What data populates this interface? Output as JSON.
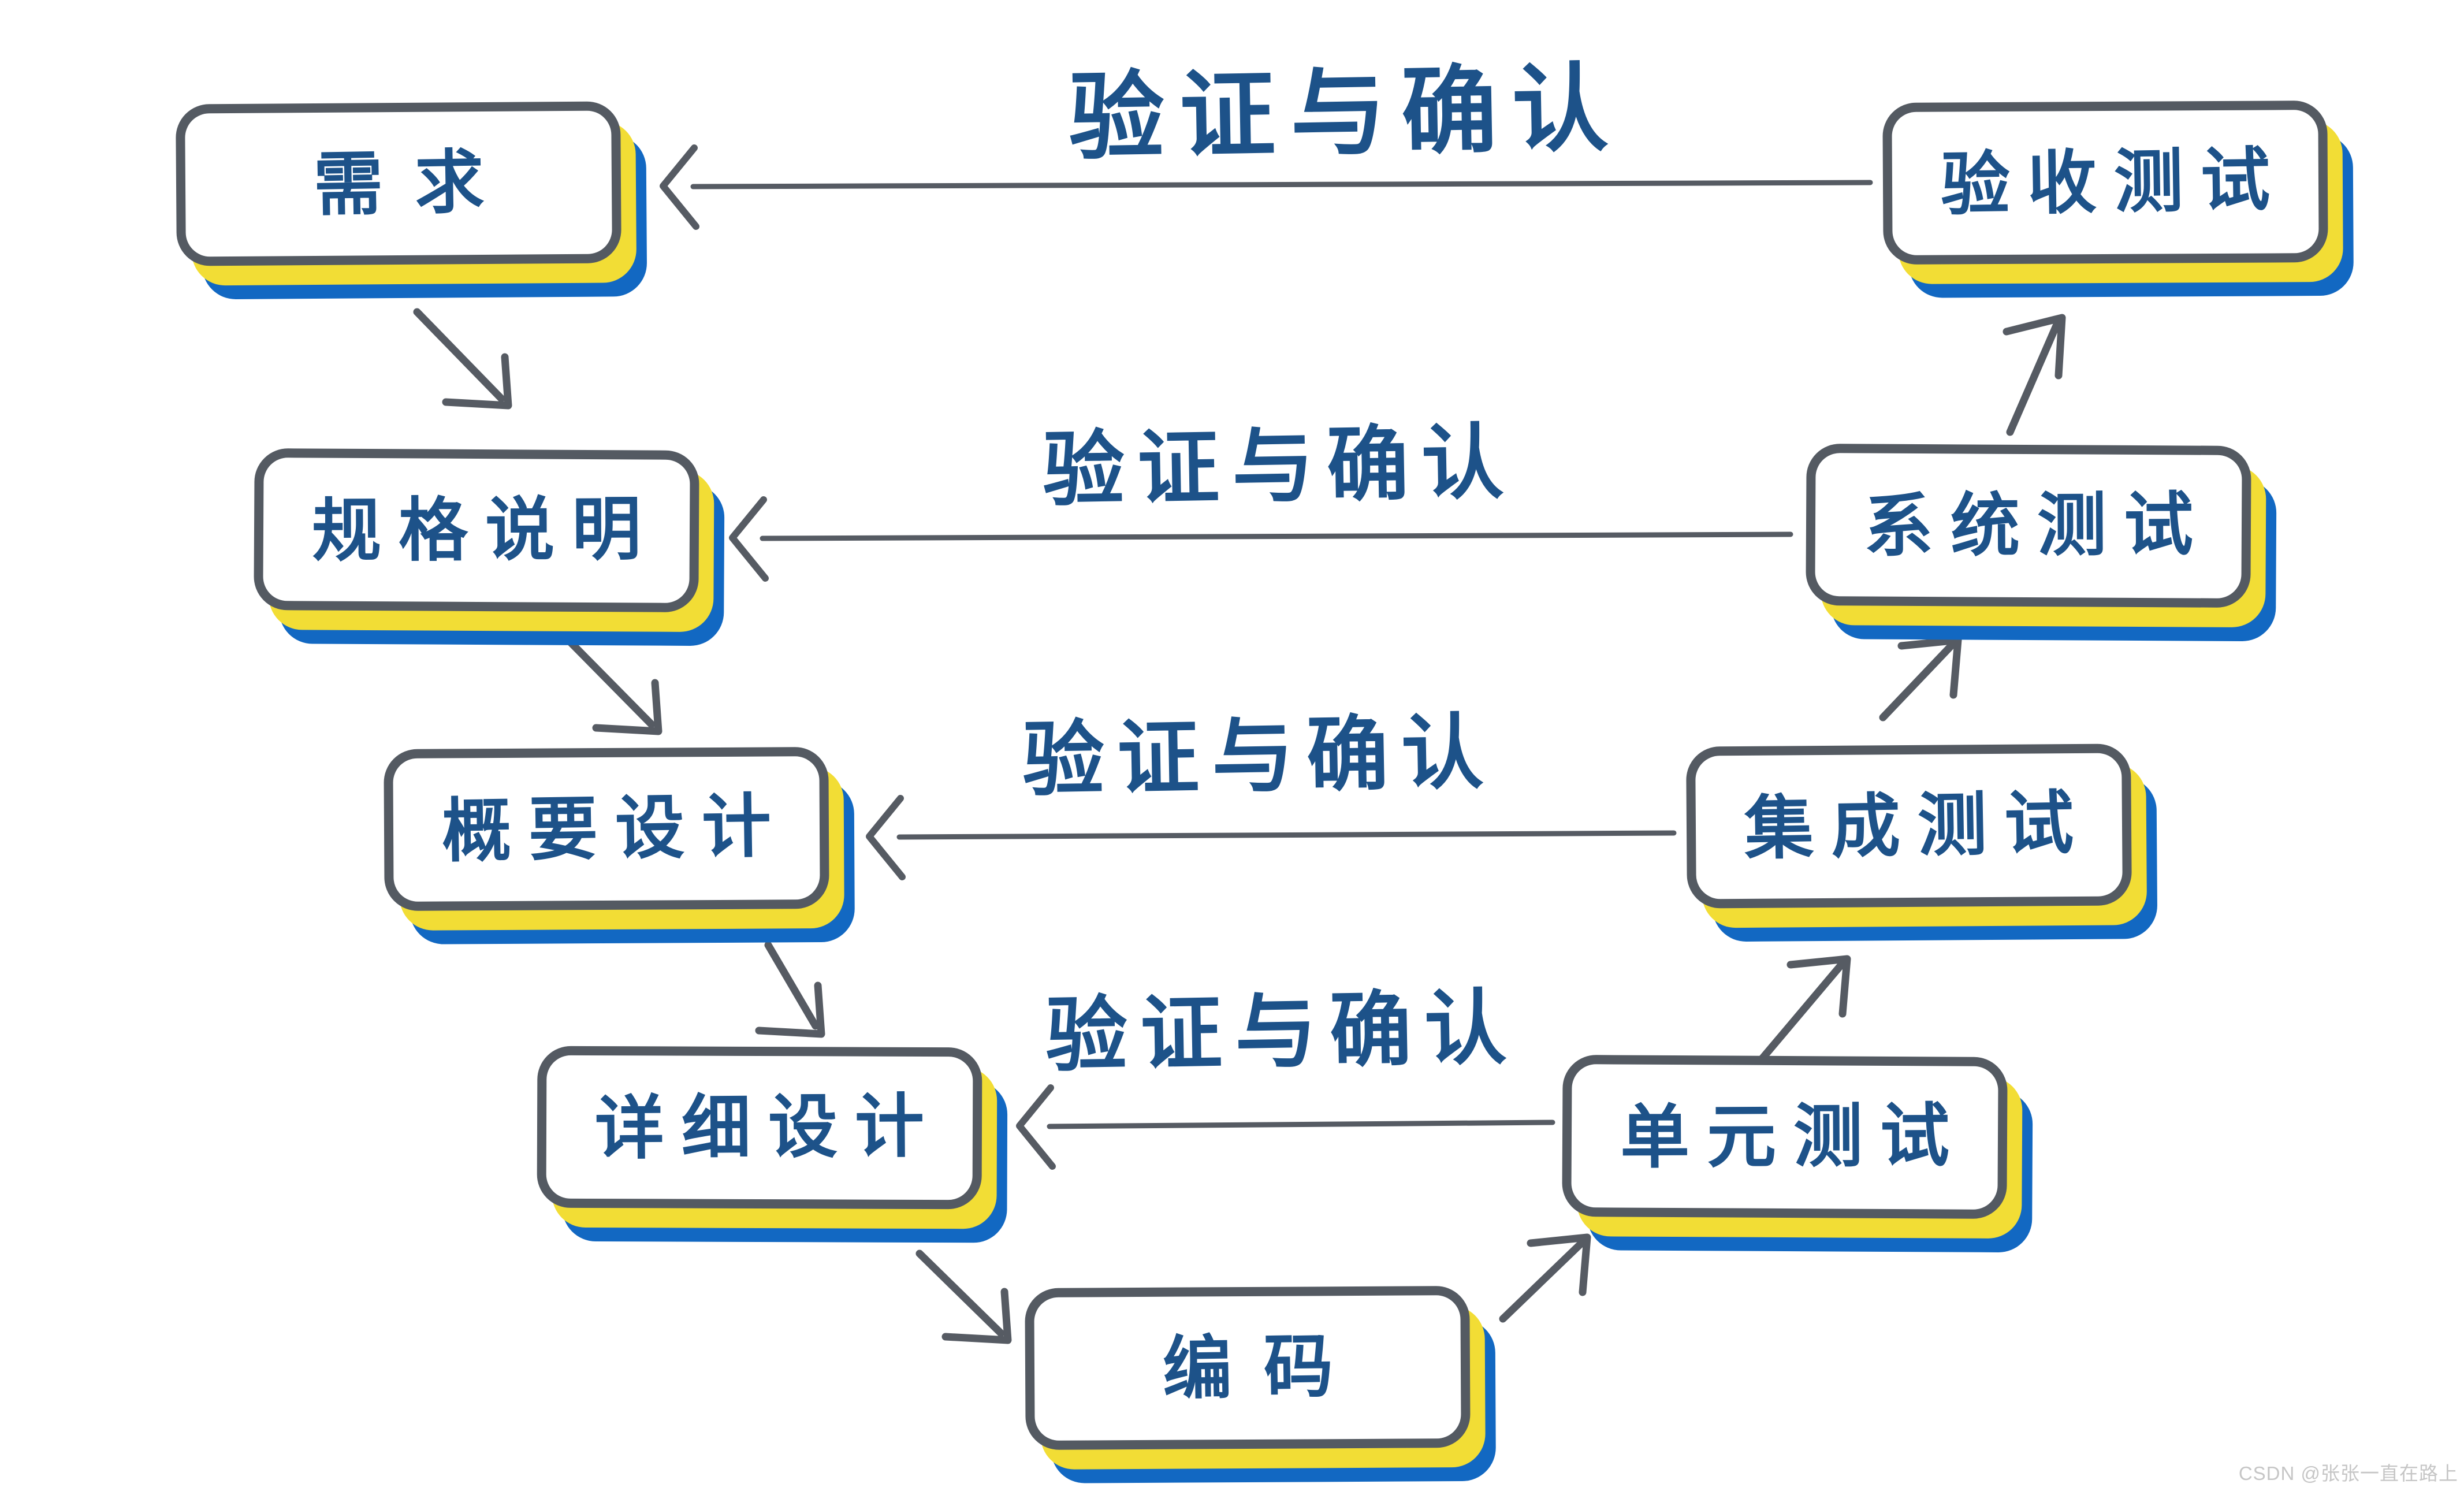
{
  "diagram": {
    "type": "v-model-software-testing",
    "nodes": [
      {
        "id": "requirements",
        "label": "需求"
      },
      {
        "id": "specification",
        "label": "规格说明"
      },
      {
        "id": "high-level-design",
        "label": "概要设计"
      },
      {
        "id": "detailed-design",
        "label": "详细设计"
      },
      {
        "id": "coding",
        "label": "编码"
      },
      {
        "id": "unit-testing",
        "label": "单元测试"
      },
      {
        "id": "integration-testing",
        "label": "集成测试"
      },
      {
        "id": "system-testing",
        "label": "系统测试"
      },
      {
        "id": "acceptance-testing",
        "label": "验收测试"
      }
    ],
    "edges": {
      "verification_labels": [
        "验证与确认",
        "验证与确认",
        "验证与确认",
        "验证与确认"
      ],
      "horizontal_arrows": [
        {
          "from": "acceptance-testing",
          "to": "requirements"
        },
        {
          "from": "system-testing",
          "to": "specification"
        },
        {
          "from": "integration-testing",
          "to": "high-level-design"
        },
        {
          "from": "unit-testing",
          "to": "detailed-design"
        }
      ],
      "flow_arrows": [
        {
          "from": "requirements",
          "to": "specification"
        },
        {
          "from": "specification",
          "to": "high-level-design"
        },
        {
          "from": "high-level-design",
          "to": "detailed-design"
        },
        {
          "from": "detailed-design",
          "to": "coding"
        },
        {
          "from": "coding",
          "to": "unit-testing"
        },
        {
          "from": "unit-testing",
          "to": "integration-testing"
        },
        {
          "from": "integration-testing",
          "to": "system-testing"
        },
        {
          "from": "system-testing",
          "to": "acceptance-testing"
        }
      ]
    },
    "colors": {
      "box_border": "#545a62",
      "box_fill": "#ffffff",
      "shadow_yellow": "#f2dd35",
      "shadow_blue": "#1268c2",
      "text_blue": "#1d5289",
      "arrow_gray": "#565b63",
      "watermark_gray": "#c6c6c6"
    },
    "watermark": "CSDN @张张一直在路上"
  }
}
